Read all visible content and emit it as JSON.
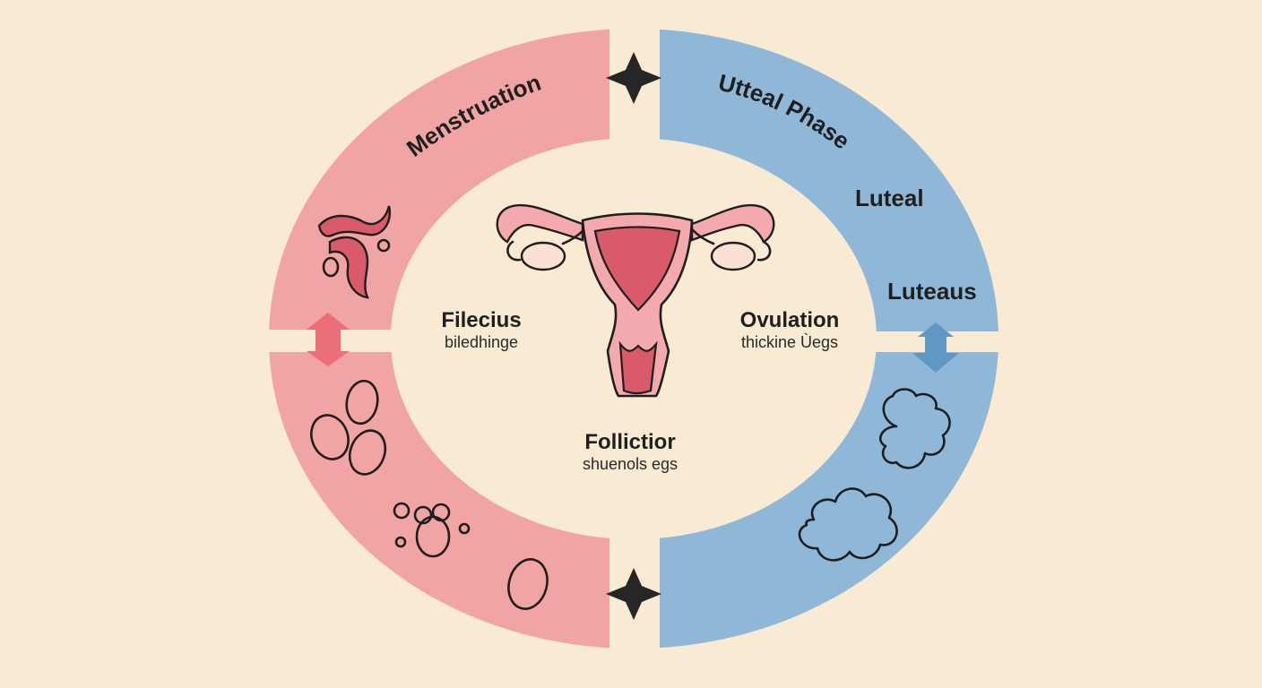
{
  "colors": {
    "background": "#f8ead3",
    "menstrual_pink": "#f0a4a4",
    "luteal_blue": "#8fb8d8",
    "uterus_pink": "#f3a9ad",
    "uterus_dark": "#d95a6a",
    "star": "#262626",
    "arrow_pink": "#ea6f7b",
    "arrow_blue": "#5f98c4"
  },
  "ring_labels": {
    "menstruation": "Menstruation",
    "utteal_phase": "Utteal Phase",
    "luteal": "Luteal",
    "luteaus": "Luteaus"
  },
  "center": {
    "left": {
      "title": "Filecius",
      "subtitle": "biledhinge"
    },
    "right": {
      "title": "Ovulation",
      "subtitle": "thickine Ùegs"
    },
    "bottom": {
      "title": "Follictior",
      "subtitle": "shuenols egs"
    }
  },
  "icons": [
    "blood-flow-icon",
    "egg-icon",
    "egg-cluster-icon",
    "bubble-cluster-icon",
    "cloud-icon",
    "star-icon",
    "uterus-icon",
    "double-arrow-icon"
  ]
}
